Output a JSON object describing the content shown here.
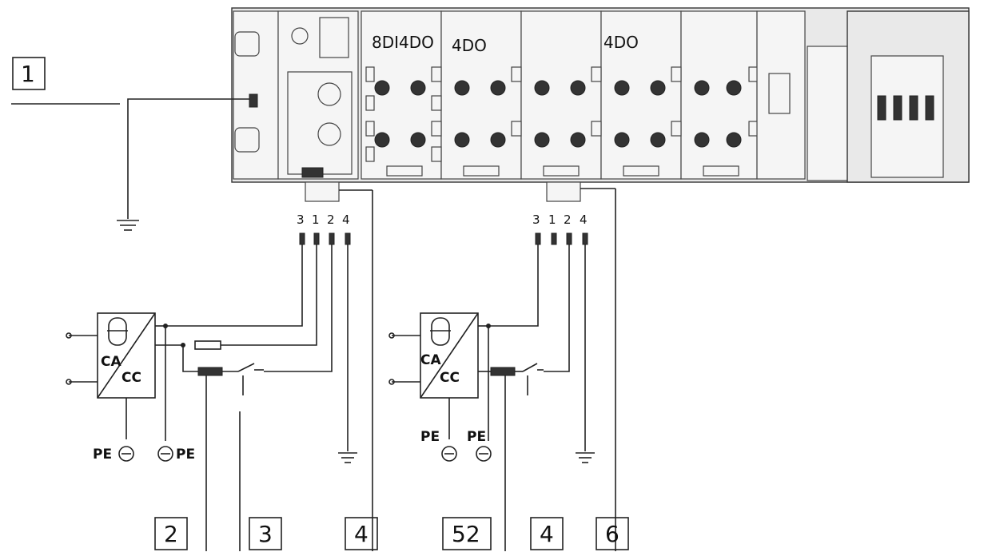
{
  "callouts": [
    "1",
    "2",
    "3",
    "4",
    "52",
    "4",
    "6"
  ],
  "modules": [
    "8DI4DO",
    "4DO",
    "4DO"
  ],
  "pins_left": [
    "3",
    "1",
    "2",
    "4"
  ],
  "pins_right": [
    "3",
    "1",
    "2",
    "4"
  ],
  "psu_left": {
    "ac": "CA",
    "dc": "CC"
  },
  "psu_right": {
    "ac": "CA",
    "dc": "CC"
  },
  "pe_labels": [
    "PE",
    "PE",
    "PE",
    "PE"
  ]
}
